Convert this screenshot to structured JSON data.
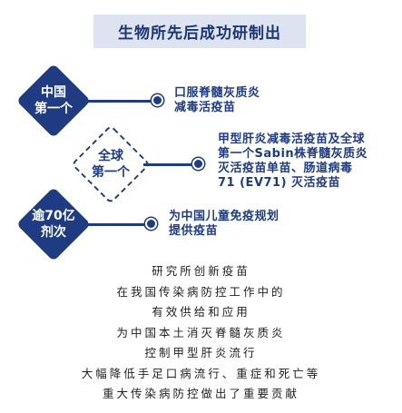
{
  "title": "生物所先后成功研制出",
  "colors": {
    "accent": "#1f3c82",
    "title_bg": "#dde3f0",
    "body_text": "#222222"
  },
  "items": [
    {
      "badge": "中国\n第一个",
      "badge_style": "filled",
      "text": "口服脊髓灰质炎\n减毒活疫苗"
    },
    {
      "badge": "全球\n第一个",
      "badge_style": "dashed",
      "text": "甲型肝炎减毒活疫苗及全球\n第一个Sabin株脊髓灰质炎\n灭活疫苗单苗、肠道病毒\n71 (EV71) 灭活疫苗"
    },
    {
      "badge": "逾70亿\n剂次",
      "badge_style": "filled",
      "text": "为中国儿童免疫规划\n提供疫苗"
    }
  ],
  "body_lines": [
    "研究所创新疫苗",
    "在我国传染病防控工作中的",
    "有效供给和应用",
    "为中国本土消灭脊髓灰质炎",
    "控制甲型肝炎流行",
    "大幅降低手足口病流行、重症和死亡等",
    "重大传染病防控做出了重要贡献"
  ]
}
